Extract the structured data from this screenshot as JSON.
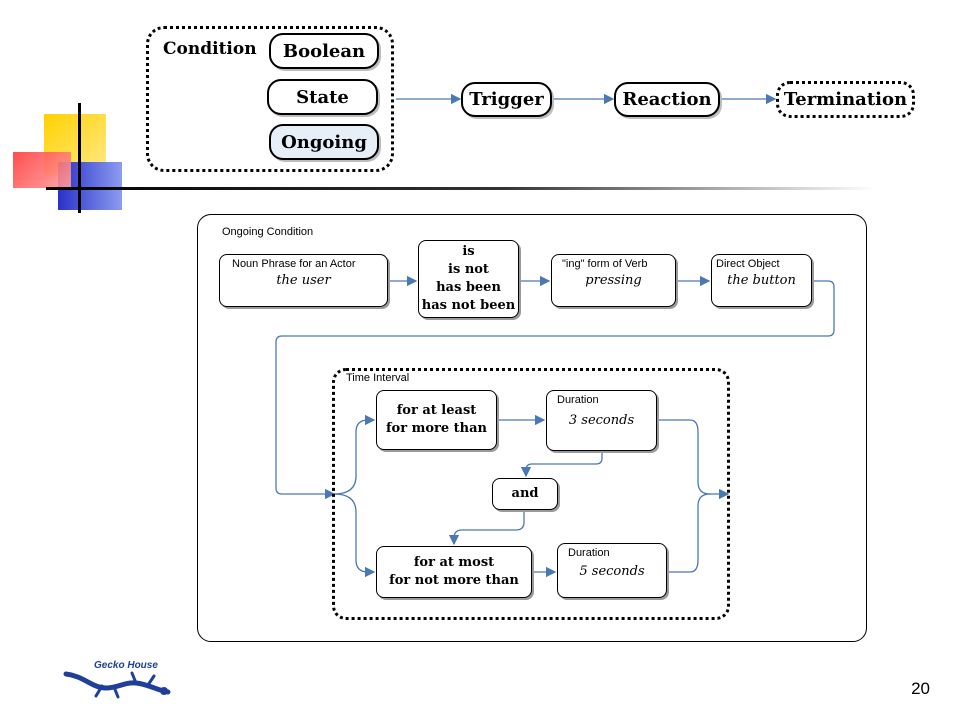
{
  "top_flow": {
    "condition_label": "Condition",
    "condition_types": [
      "Boolean",
      "State",
      "Ongoing"
    ],
    "trigger": "Trigger",
    "reaction": "Reaction",
    "termination": "Termination"
  },
  "ongoing_condition": {
    "title": "Ongoing Condition",
    "actor": {
      "header": "Noun Phrase for an Actor",
      "value": "the user"
    },
    "verb_aux": [
      "is",
      "is not",
      "has been",
      "has not been"
    ],
    "verb": {
      "header": "\"ing\" form of Verb",
      "value": "pressing"
    },
    "object": {
      "header": "Direct Object",
      "value": "the button"
    }
  },
  "time_interval": {
    "title": "Time Interval",
    "lower_bound": [
      "for at least",
      "for more than"
    ],
    "duration1": {
      "header": "Duration",
      "value": "3 seconds"
    },
    "connector": "and",
    "upper_bound": [
      "for at most",
      "for not more than"
    ],
    "duration2": {
      "header": "Duration",
      "value": "5 seconds"
    }
  },
  "footer": {
    "logo_text": "Gecko House",
    "page_number": "20"
  },
  "colors": {
    "arrow": "#4a78b5",
    "ongoing_fill": "#e6eef8",
    "ornament_yellow": "#ffd200",
    "ornament_red": "#ff3b3b",
    "ornament_blue": "#2832c8",
    "logo_blue": "#1f3f9a"
  }
}
